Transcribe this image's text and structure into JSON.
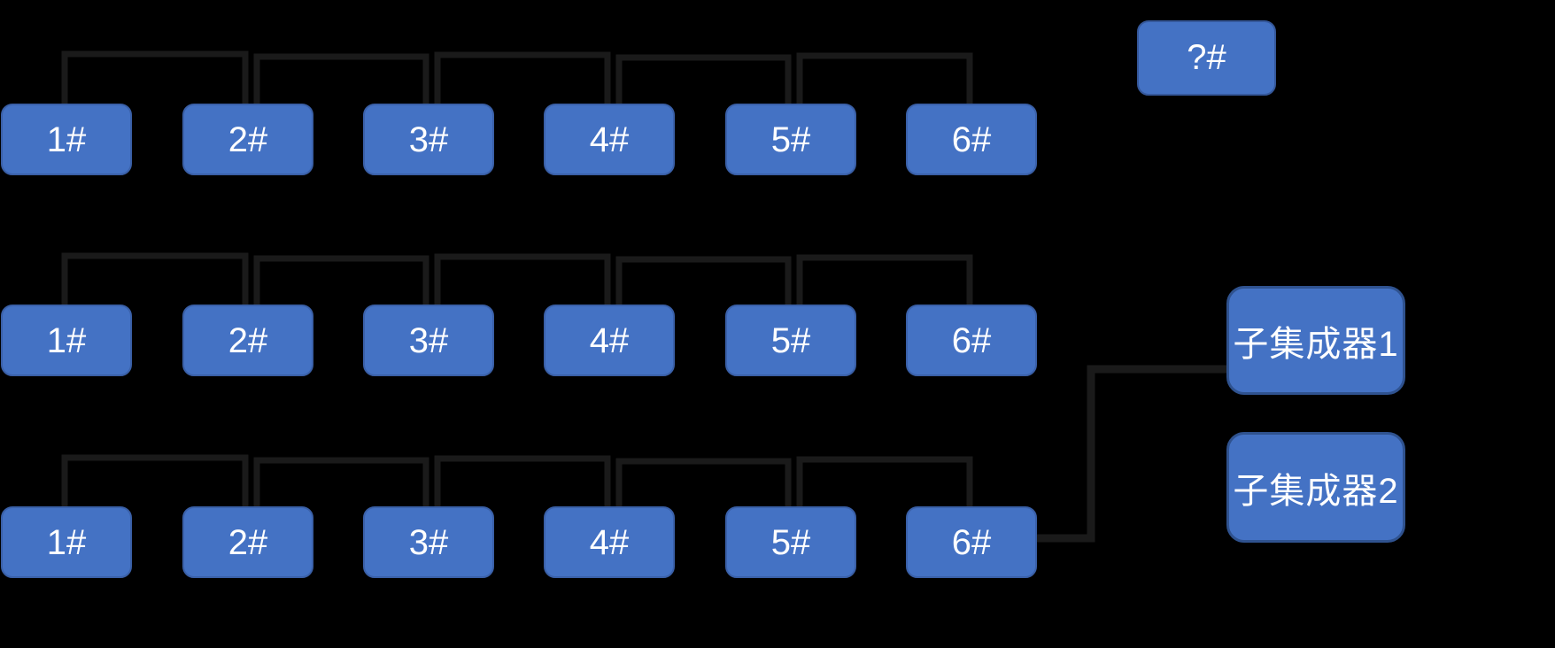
{
  "colors": {
    "background": "#000000",
    "node_fill": "#4472C4",
    "node_border": "#3A60A8",
    "aggregator_border": "#2F528F",
    "wire": "#1A1A1A",
    "text": "#FFFFFF"
  },
  "rows": [
    {
      "nodes": [
        "1#",
        "2#",
        "3#",
        "4#",
        "5#",
        "6#"
      ]
    },
    {
      "nodes": [
        "1#",
        "2#",
        "3#",
        "4#",
        "5#",
        "6#"
      ]
    },
    {
      "nodes": [
        "1#",
        "2#",
        "3#",
        "4#",
        "5#",
        "6#"
      ]
    }
  ],
  "unknown_node": {
    "label": "?#"
  },
  "aggregators": [
    {
      "label": "子集成器1"
    },
    {
      "label": "子集成器2"
    }
  ],
  "connections": {
    "within_each_row": "nodes 1# through 6# daisy-chained by elbow links above the boxes",
    "external": "row 3 node 6# connects via elbow line to 子集成器1",
    "unconnected": [
      "?#",
      "子集成器2"
    ]
  }
}
